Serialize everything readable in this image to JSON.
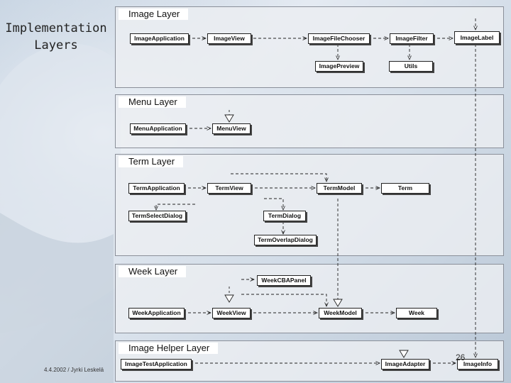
{
  "slide": {
    "title": "Implementation\nLayers",
    "footer": "4.4.2002 / Jyrki Leskelä",
    "page_number": "26"
  },
  "layers": {
    "image": {
      "title": "Image Layer",
      "classes": {
        "image_application": "ImageApplication",
        "image_view": "ImageView",
        "image_file_chooser": "ImageFileChooser",
        "image_filter": "ImageFilter",
        "image_label": "ImageLabel",
        "image_preview": "ImagePreview",
        "utils": "Utils"
      }
    },
    "menu": {
      "title": "Menu Layer",
      "classes": {
        "menu_application": "MenuApplication",
        "menu_view": "MenuView"
      }
    },
    "term": {
      "title": "Term Layer",
      "classes": {
        "term_application": "TermApplication",
        "term_view": "TermView",
        "term_model": "TermModel",
        "term": "Term",
        "term_select_dialog": "TermSelectDialog",
        "term_dialog": "TermDialog",
        "term_overlap_dialog": "TermOverlapDialog"
      }
    },
    "week": {
      "title": "Week Layer",
      "classes": {
        "week_cba_panel": "WeekCBAPanel",
        "week_application": "WeekApplication",
        "week_view": "WeekView",
        "week_model": "WeekModel",
        "week": "Week"
      }
    },
    "helper": {
      "title": "Image Helper Layer",
      "classes": {
        "image_test_application": "ImageTestApplication",
        "image_adapter": "ImageAdapter",
        "image_info": "ImageInfo"
      }
    }
  }
}
